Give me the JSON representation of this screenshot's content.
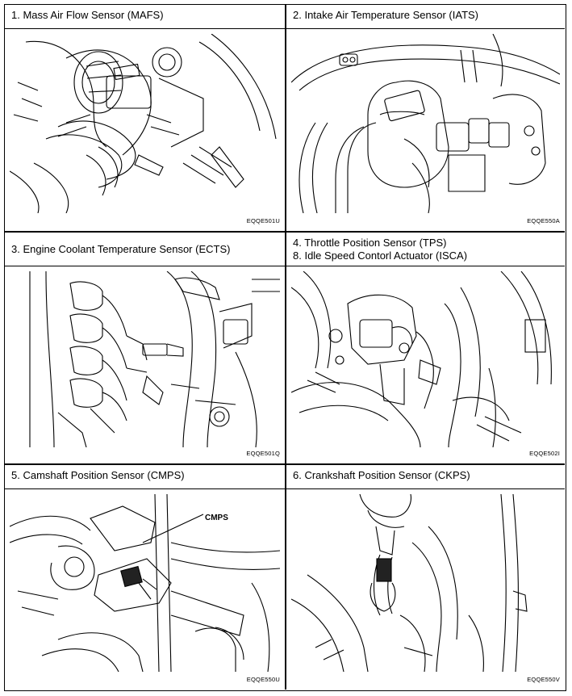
{
  "panels": [
    {
      "lines": [
        "1.  Mass Air Flow Sensor (MAFS)"
      ],
      "code": "EQQE501U"
    },
    {
      "lines": [
        "2.  Intake Air Temperature Sensor (IATS)"
      ],
      "code": "EQQE550A"
    },
    {
      "lines": [
        "3.  Engine Coolant Temperature Sensor (ECTS)"
      ],
      "code": "EQQE501Q"
    },
    {
      "lines": [
        "4.  Throttle Position Sensor (TPS)",
        "8.  Idle Speed Contorl Actuator (ISCA)"
      ],
      "code": "EQQE502I"
    },
    {
      "lines": [
        "5.  Camshaft Position Sensor (CMPS)"
      ],
      "code": "EQQE550U",
      "callout": "CMPS"
    },
    {
      "lines": [
        "6.  Crankshaft Position Sensor (CKPS)"
      ],
      "code": "EQQE550V"
    }
  ]
}
